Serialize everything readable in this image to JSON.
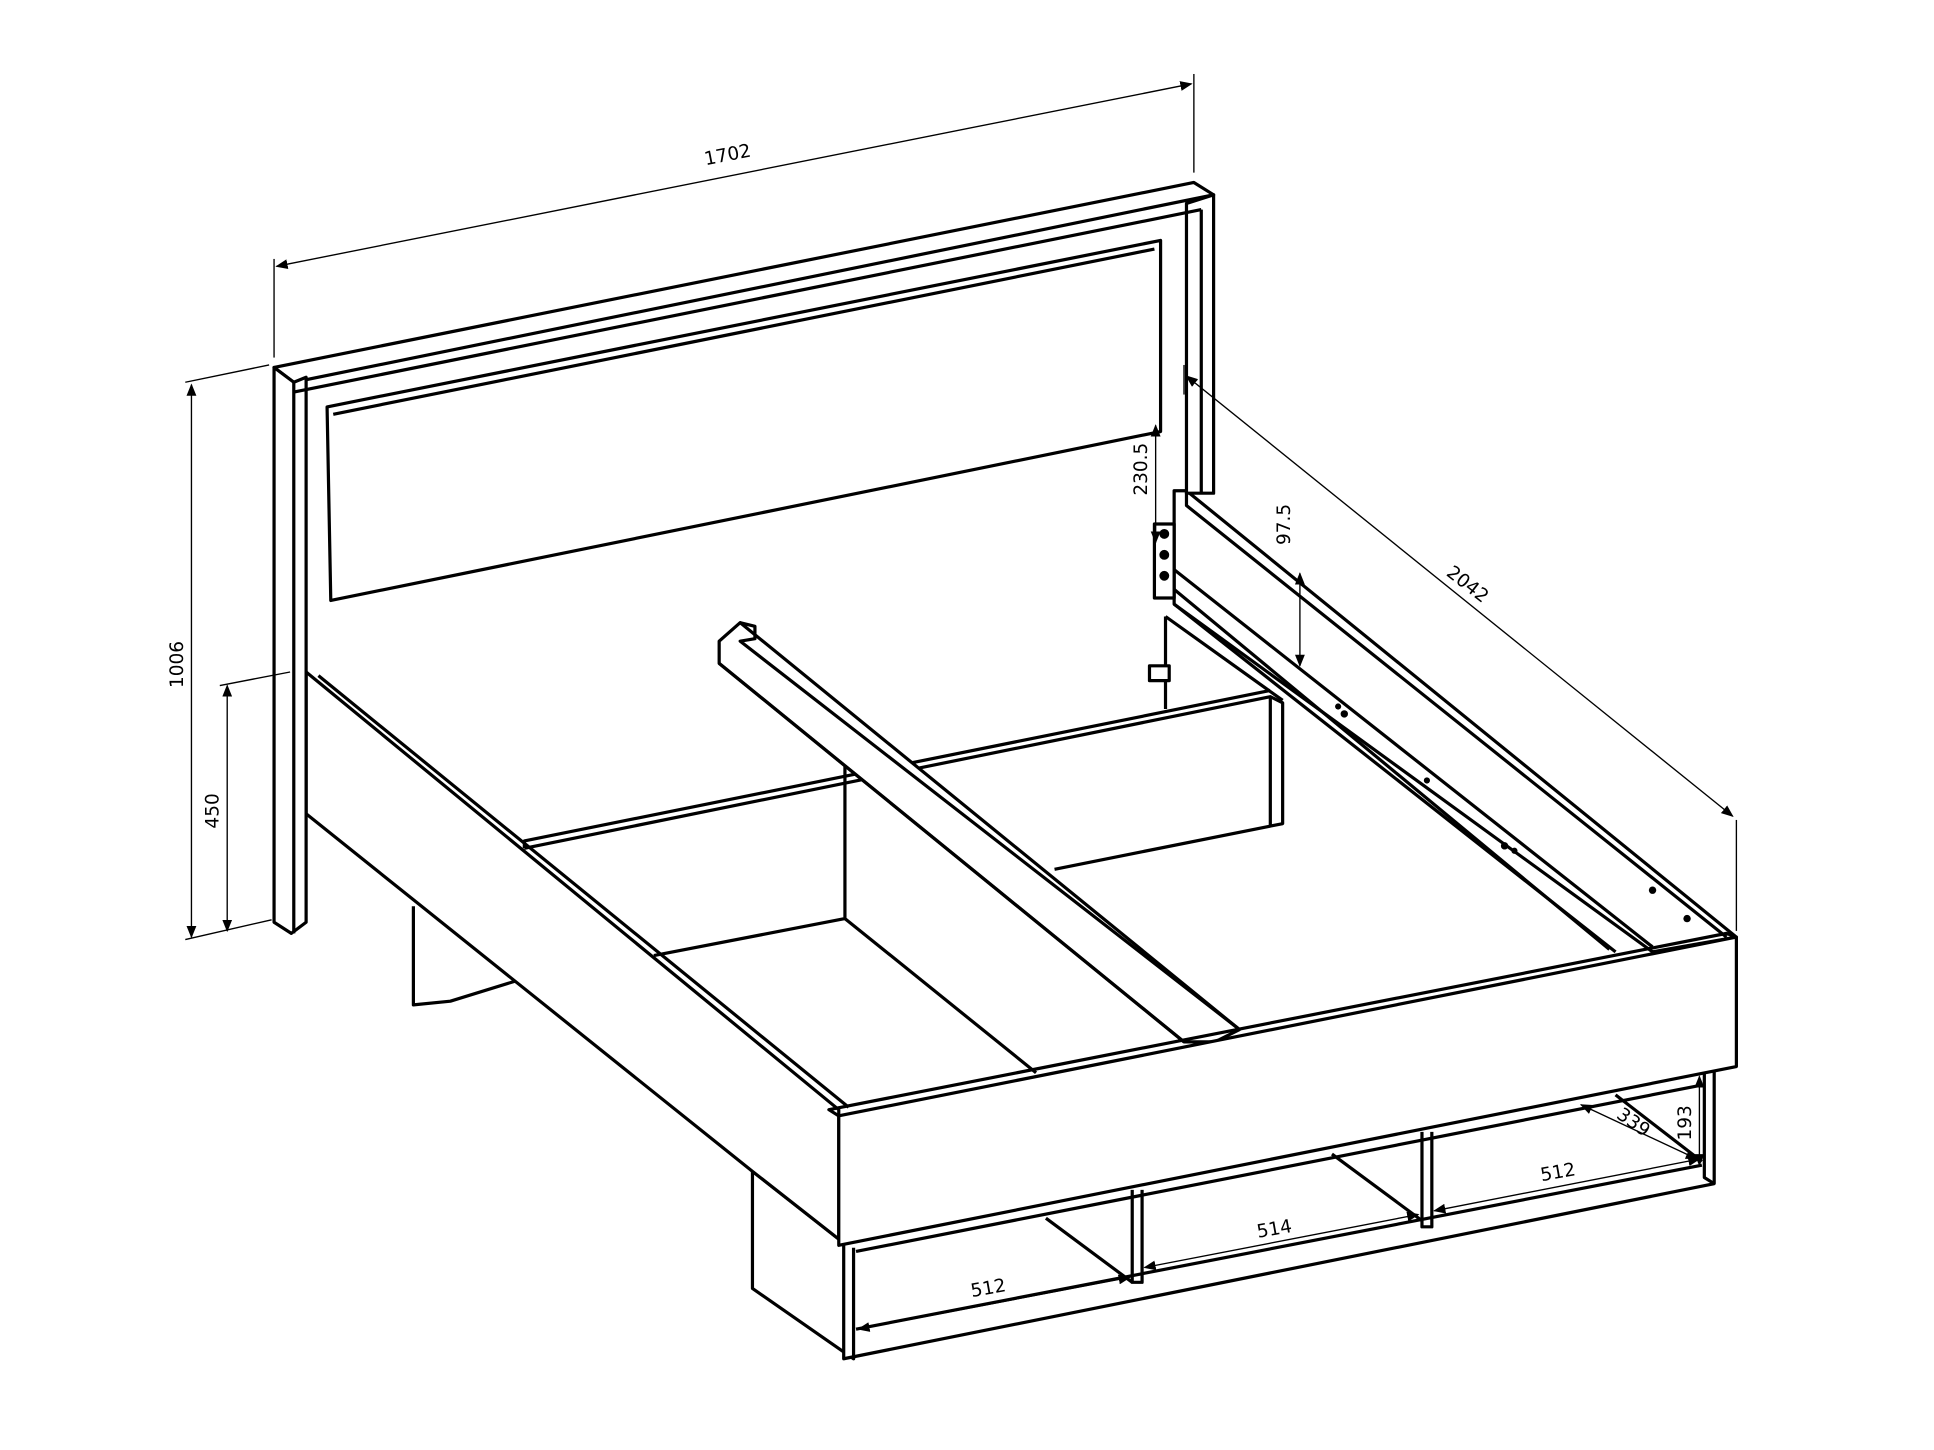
{
  "drawing": {
    "subject": "bed-with-storage",
    "line_color": "#000000",
    "background": "#ffffff"
  },
  "dimensions": {
    "width": "1702",
    "length": "2042",
    "headboard_height": "1006",
    "frame_height": "450",
    "fitting_offset": "230.5",
    "rail_offset": "97.5",
    "compartment_left": "512",
    "compartment_middle": "514",
    "compartment_right": "512",
    "compartment_depth": "339",
    "compartment_height": "193"
  }
}
